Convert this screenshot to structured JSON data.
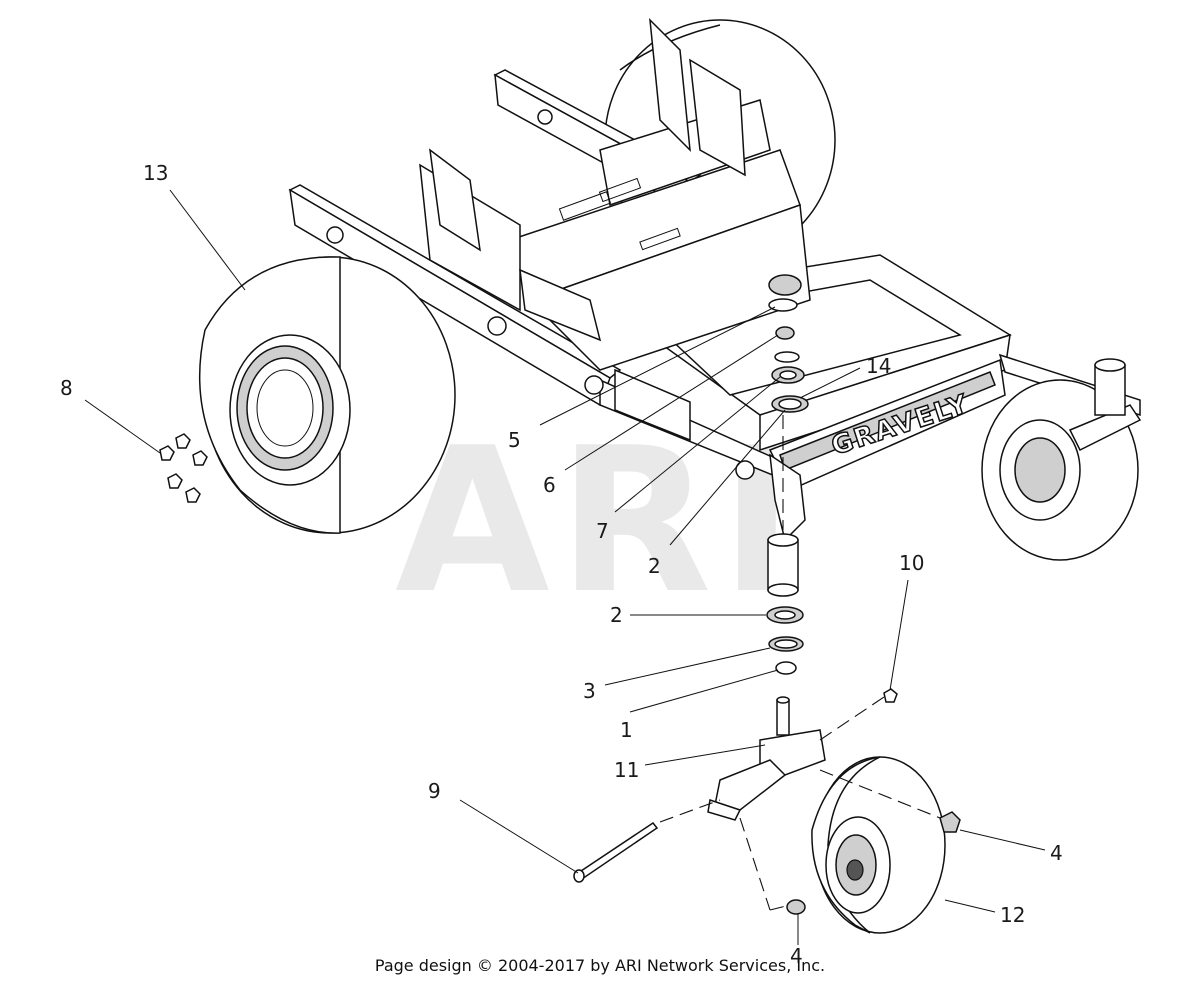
{
  "watermark": "ARI",
  "brand_label": "GRAVELY",
  "footer_text": "Page design © 2004-2017 by ARI Network Services, Inc.",
  "callouts": {
    "c1": "1",
    "c2a": "2",
    "c2b": "2",
    "c3": "3",
    "c4a": "4",
    "c4b": "4",
    "c5": "5",
    "c6": "6",
    "c7": "7",
    "c8": "8",
    "c9": "9",
    "c10": "10",
    "c11": "11",
    "c12": "12",
    "c13": "13",
    "c14": "14"
  }
}
